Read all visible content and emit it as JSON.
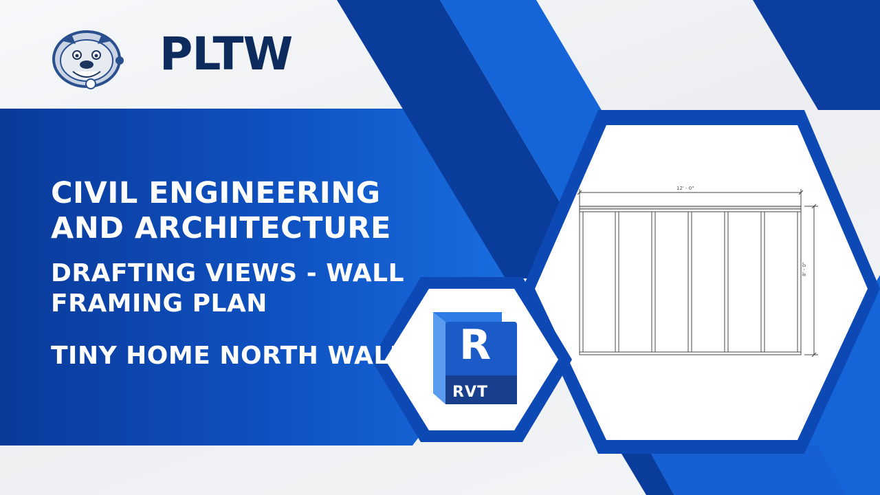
{
  "brand": {
    "name": "PLTW",
    "mascot_icon": "bulldog-mascot-icon"
  },
  "title": {
    "main": "CIVIL ENGINEERING AND ARCHITECTURE",
    "subtitle": "DRAFTING VIEWS - WALL FRAMING PLAN",
    "subtitle2": "TINY HOME NORTH WALL"
  },
  "revit": {
    "letter": "R",
    "label": "RVT",
    "icon": "revit-app-icon"
  },
  "drawing": {
    "width_dim": "12' - 0\"",
    "height_dim": "8' - 0\"",
    "stud_count": 7
  },
  "colors": {
    "primary_blue": "#0a3c9c",
    "bright_blue": "#1565d8",
    "navy": "#0d2b5c",
    "white": "#ffffff"
  }
}
